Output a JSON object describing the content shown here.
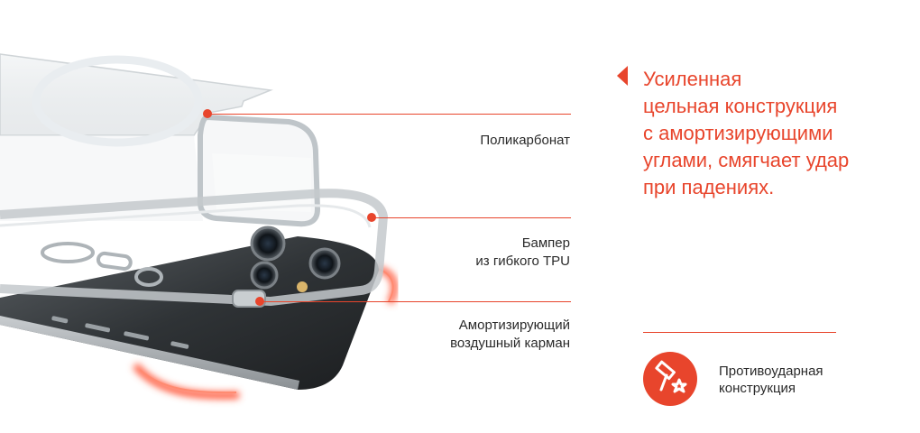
{
  "callouts": [
    {
      "id": "polycarbonate",
      "lines": [
        "Поликарбонат"
      ]
    },
    {
      "id": "bumper",
      "lines": [
        "Бампер",
        "из гибкого TPU"
      ]
    },
    {
      "id": "air-pocket",
      "lines": [
        "Амортизирующий",
        "воздушный карман"
      ]
    }
  ],
  "headline": {
    "lines": [
      "Усиленная",
      "цельная конструкция",
      "с амортизирующими",
      "углами, смягчает удар",
      "при падениях."
    ]
  },
  "badge": {
    "icon": "hammer-star-icon",
    "lines": [
      "Противоударная",
      "конструкция"
    ]
  },
  "colors": {
    "accent": "#e8452c",
    "text": "#2a2a2a",
    "glow": "#ff5a3c"
  }
}
